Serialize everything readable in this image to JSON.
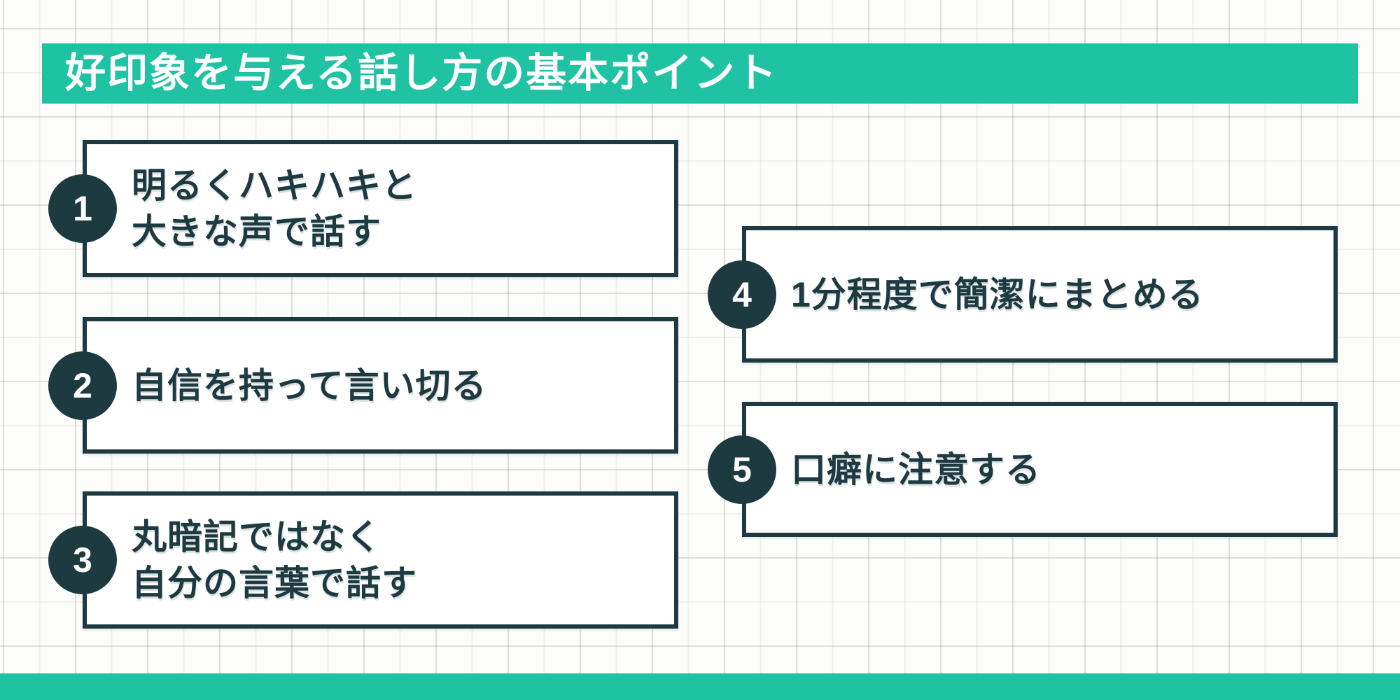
{
  "colors": {
    "accent_teal": "#1fc2a3",
    "ink_dark": "#1d3a41",
    "card_background": "#ffffff",
    "paper_background": "#fcfcfb"
  },
  "header": {
    "title": "好印象を与える話し方の基本ポイント"
  },
  "points": [
    {
      "number": "1",
      "lines": [
        "明るくハキハキと",
        "大きな声で話す"
      ]
    },
    {
      "number": "2",
      "lines": [
        "自信を持って言い切る"
      ]
    },
    {
      "number": "3",
      "lines": [
        "丸暗記ではなく",
        "自分の言葉で話す"
      ]
    },
    {
      "number": "4",
      "lines": [
        "1分程度で簡潔にまとめる"
      ]
    },
    {
      "number": "5",
      "lines": [
        "口癖に注意する"
      ]
    }
  ]
}
